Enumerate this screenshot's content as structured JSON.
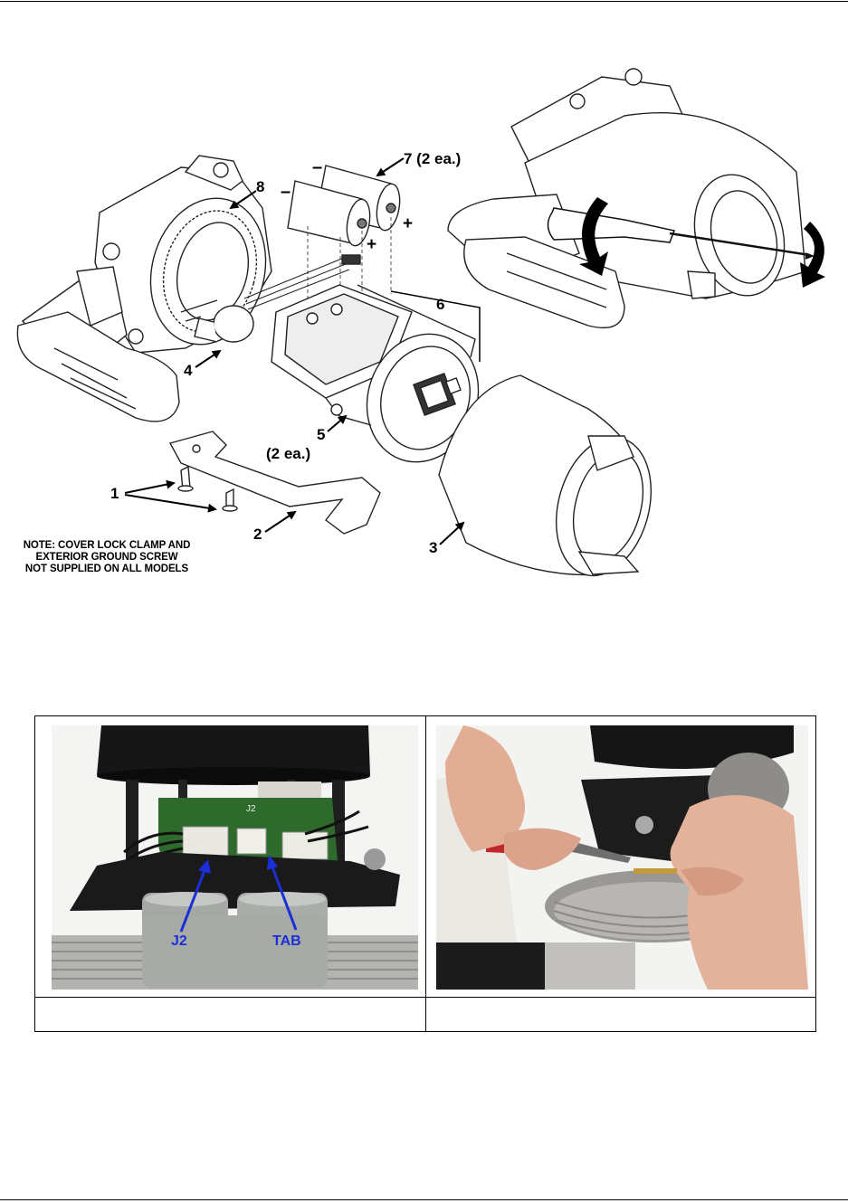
{
  "figure": {
    "callouts": {
      "c1": "1",
      "c2": "2",
      "c3": "3",
      "c4": "4",
      "c5": "5",
      "c6": "6",
      "c7": "7 (2 ea.)",
      "c8": "8",
      "c5_qty": "(2 ea.)"
    },
    "polarity": {
      "minus": "–",
      "plus": "+"
    },
    "note_lines": [
      "NOTE: COVER LOCK CLAMP AND",
      "EXTERIOR GROUND SCREW",
      "NOT SUPPLIED ON ALL MODELS"
    ]
  },
  "photos": {
    "left_labels": {
      "j2": "J2",
      "tab": "TAB",
      "board_j2": "J2"
    },
    "left_caption": "",
    "right_caption": ""
  },
  "colors": {
    "annotation_blue": "#1a2fd8",
    "rule": "#000000"
  }
}
